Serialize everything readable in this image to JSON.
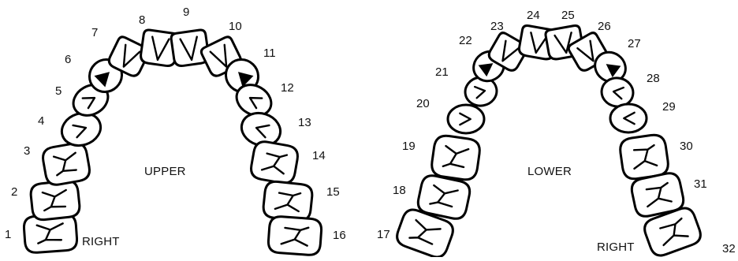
{
  "upper": {
    "label": "UPPER",
    "side_label": "RIGHT",
    "teeth": [
      {
        "n": "1",
        "kind": "molar"
      },
      {
        "n": "2",
        "kind": "molar"
      },
      {
        "n": "3",
        "kind": "molar"
      },
      {
        "n": "4",
        "kind": "premolar"
      },
      {
        "n": "5",
        "kind": "premolar"
      },
      {
        "n": "6",
        "kind": "canine"
      },
      {
        "n": "7",
        "kind": "incisor"
      },
      {
        "n": "8",
        "kind": "incisor"
      },
      {
        "n": "9",
        "kind": "incisor"
      },
      {
        "n": "10",
        "kind": "incisor"
      },
      {
        "n": "11",
        "kind": "canine"
      },
      {
        "n": "12",
        "kind": "premolar"
      },
      {
        "n": "13",
        "kind": "premolar"
      },
      {
        "n": "14",
        "kind": "molar"
      },
      {
        "n": "15",
        "kind": "molar"
      },
      {
        "n": "16",
        "kind": "molar"
      }
    ]
  },
  "lower": {
    "label": "LOWER",
    "side_label": "RIGHT",
    "teeth": [
      {
        "n": "17",
        "kind": "molar"
      },
      {
        "n": "18",
        "kind": "molar"
      },
      {
        "n": "19",
        "kind": "molar"
      },
      {
        "n": "20",
        "kind": "premolar"
      },
      {
        "n": "21",
        "kind": "premolar"
      },
      {
        "n": "22",
        "kind": "canine"
      },
      {
        "n": "23",
        "kind": "incisor"
      },
      {
        "n": "24",
        "kind": "incisor"
      },
      {
        "n": "25",
        "kind": "incisor"
      },
      {
        "n": "26",
        "kind": "incisor"
      },
      {
        "n": "27",
        "kind": "canine"
      },
      {
        "n": "28",
        "kind": "premolar"
      },
      {
        "n": "29",
        "kind": "premolar"
      },
      {
        "n": "30",
        "kind": "molar"
      },
      {
        "n": "31",
        "kind": "molar"
      },
      {
        "n": "32",
        "kind": "molar"
      }
    ]
  }
}
